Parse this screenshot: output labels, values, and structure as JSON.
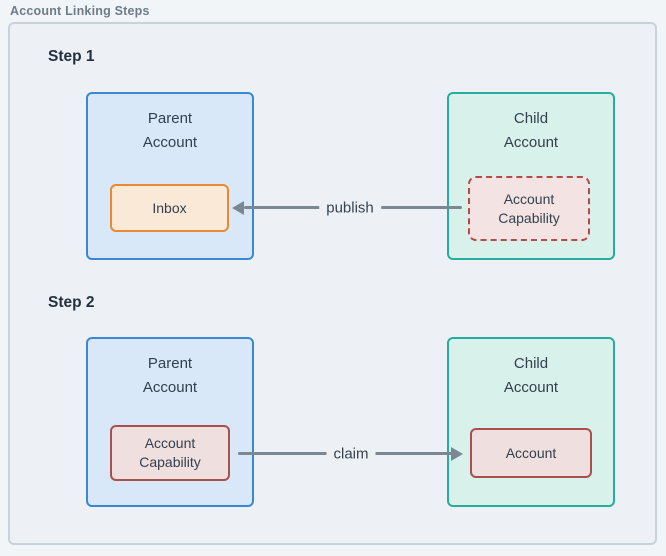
{
  "title": "Account Linking Steps",
  "palette": {
    "panel_background": "#edf1f5",
    "panel_border": "#c9d2da",
    "parent_fill": "#d8e8f8",
    "parent_border": "#3a88d1",
    "child_fill": "#d8f1eb",
    "child_border": "#27ad9d",
    "inbox_fill": "#fbe9d8",
    "inbox_border": "#e78a33",
    "capability_fill": "#f0dfdf",
    "capability_border": "#a8504c",
    "arrow_color": "#7b8894",
    "text_color": "#33404e"
  },
  "steps": [
    {
      "label": "Step 1",
      "parent": {
        "title": "Parent\nAccount",
        "inner": {
          "label": "Inbox"
        }
      },
      "child": {
        "title": "Child\nAccount",
        "inner": {
          "label": "Account\nCapability"
        }
      },
      "arrow": {
        "label": "publish",
        "direction": "left",
        "from": "child-account-capability",
        "to": "parent-inbox"
      }
    },
    {
      "label": "Step 2",
      "parent": {
        "title": "Parent\nAccount",
        "inner": {
          "label": "Account\nCapability"
        }
      },
      "child": {
        "title": "Child\nAccount",
        "inner": {
          "label": "Account"
        }
      },
      "arrow": {
        "label": "claim",
        "direction": "right",
        "from": "parent-account-capability",
        "to": "child-account"
      }
    }
  ]
}
